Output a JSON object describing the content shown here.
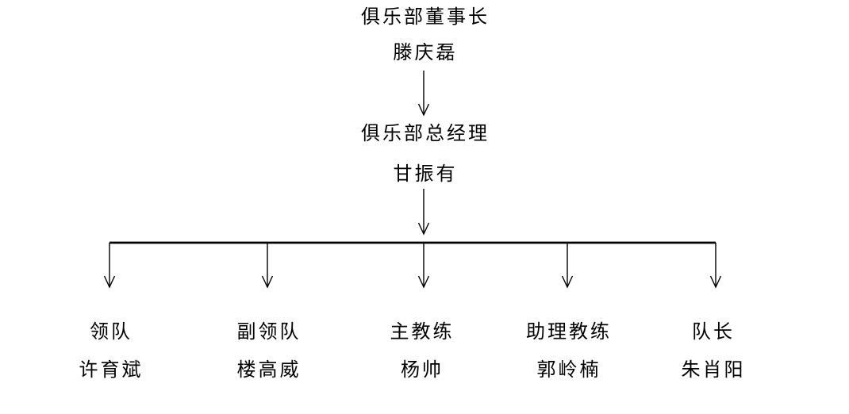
{
  "org": {
    "root": {
      "title": "俱乐部董事长",
      "name": "滕庆磊"
    },
    "manager": {
      "title": "俱乐部总经理",
      "name": "甘振有"
    },
    "subordinates": [
      {
        "title": "领队",
        "name": "许育斌"
      },
      {
        "title": "副领队",
        "name": "楼高威"
      },
      {
        "title": "主教练",
        "name": "杨帅"
      },
      {
        "title": "助理教练",
        "name": "郭岭楠"
      },
      {
        "title": "队长",
        "name": "朱肖阳"
      }
    ],
    "line_color": "#000000",
    "background_color": "#ffffff"
  }
}
